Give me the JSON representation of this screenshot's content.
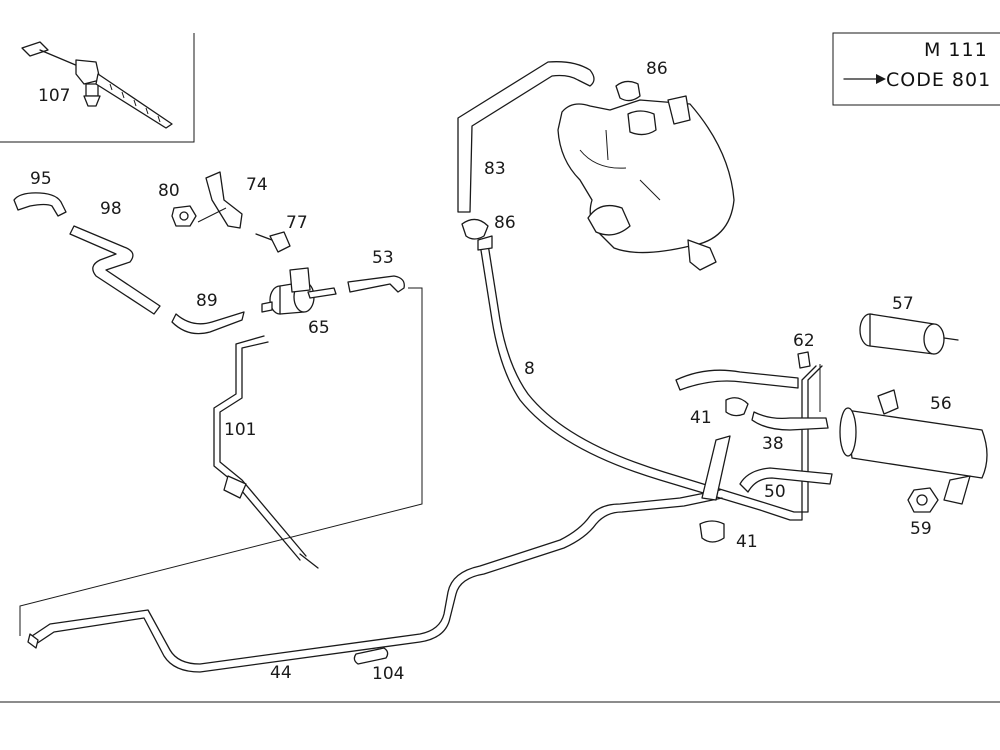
{
  "engine_box": {
    "line1": "M 111",
    "line2": "CODE 801"
  },
  "labels": {
    "l107": "107",
    "l95": "95",
    "l98": "98",
    "l80": "80",
    "l74": "74",
    "l77": "77",
    "l89": "89",
    "l53": "53",
    "l65": "65",
    "l101": "101",
    "l83": "83",
    "l86a": "86",
    "l86b": "86",
    "l8": "8",
    "l57": "57",
    "l62": "62",
    "l56": "56",
    "l41a": "41",
    "l38": "38",
    "l50": "50",
    "l41b": "41",
    "l59": "59",
    "l44": "44",
    "l104": "104"
  }
}
